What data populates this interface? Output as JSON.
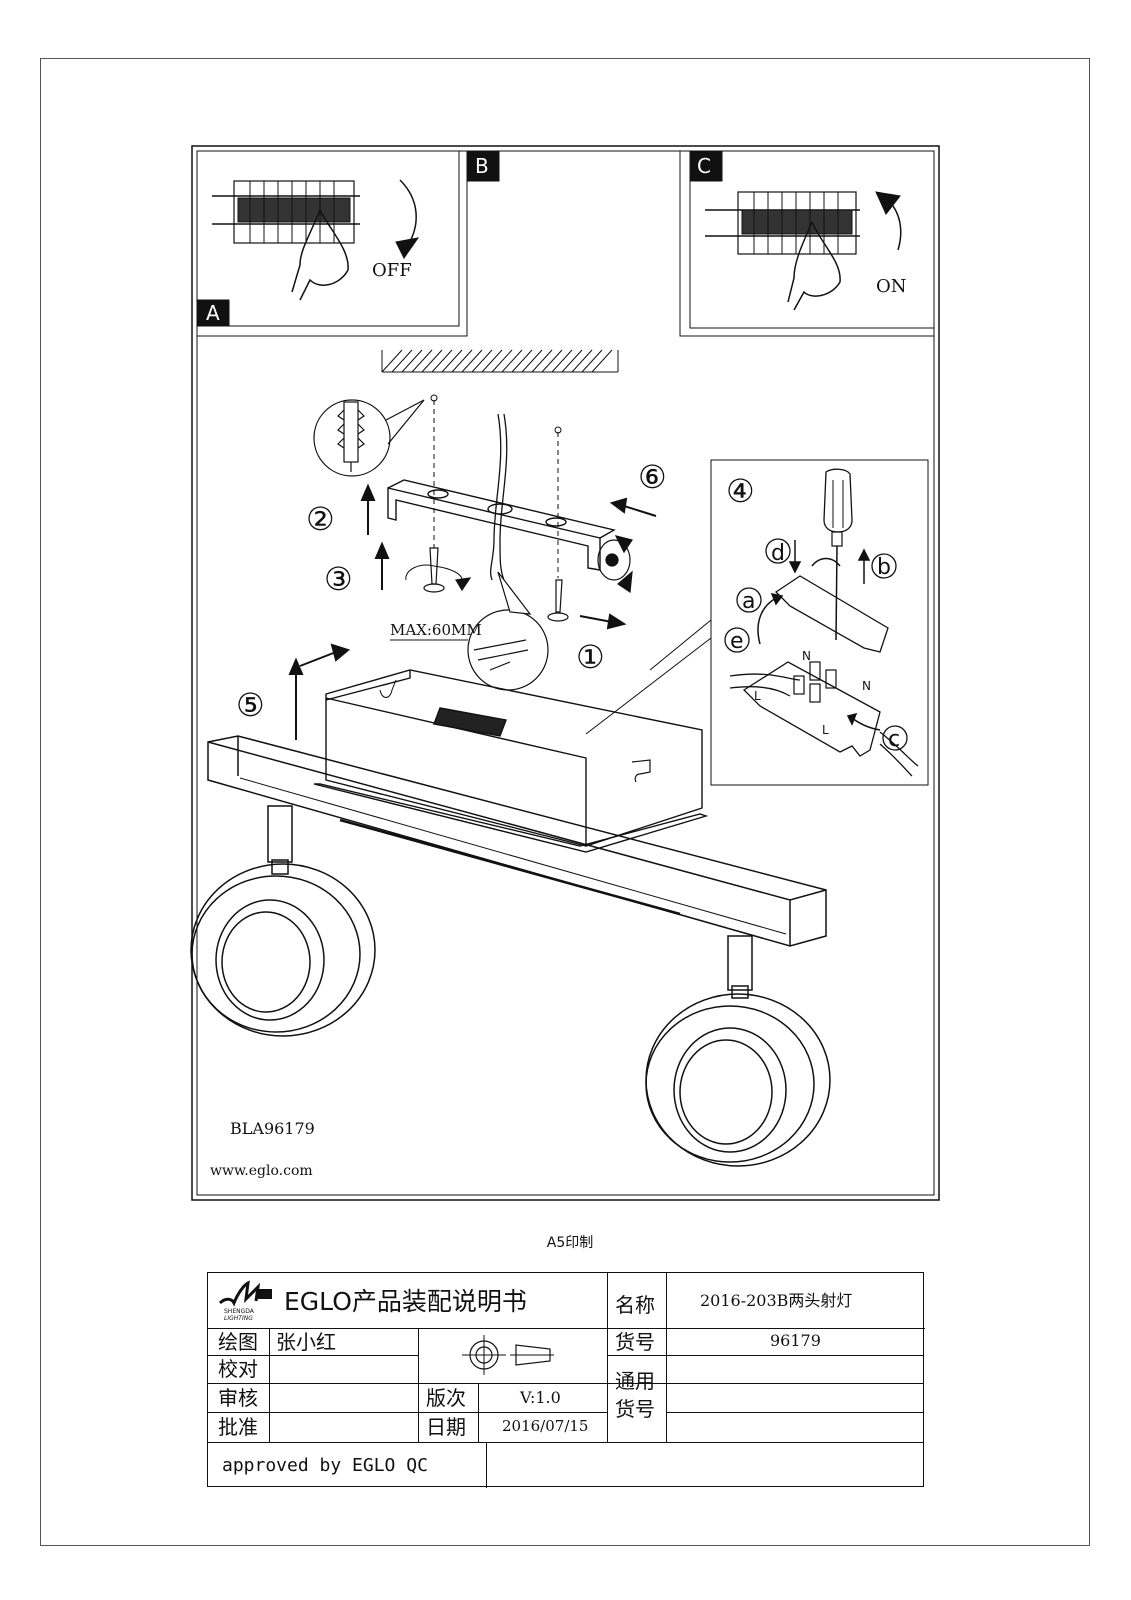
{
  "diagram": {
    "panels": {
      "a": "A",
      "b": "B",
      "c": "C"
    },
    "switch_off_label": "OFF",
    "switch_on_label": "ON",
    "max_cable_label": "MAX:60MM",
    "step_labels": [
      "①",
      "②",
      "③",
      "④",
      "⑤",
      "⑥"
    ],
    "terminal_labels": [
      "a",
      "b",
      "c",
      "d",
      "e"
    ],
    "terminal_marks": [
      "N",
      "N",
      "L",
      "L"
    ],
    "model_code": "BLA96179",
    "website": "www.eglo.com"
  },
  "print_note": "A5印制",
  "title_block": {
    "logo_text": "SHENGDA LIGHTING",
    "doc_title": "EGLO产品装配说明书",
    "name_label": "名称",
    "name_value": "2016-203B两头射灯",
    "drawn_label": "绘图",
    "drawn_value": "张小红",
    "checked_label": "校对",
    "checked_value": "",
    "reviewed_label": "审核",
    "reviewed_value": "",
    "approved_label": "批准",
    "approved_value": "",
    "item_no_label": "货号",
    "item_no_value": "96179",
    "general_item_label_1": "通用",
    "general_item_label_2": "货号",
    "version_label": "版次",
    "version_value": "V:1.0",
    "date_label": "日期",
    "date_value": "2016/07/15",
    "approval_note": "approved by EGLO QC"
  }
}
